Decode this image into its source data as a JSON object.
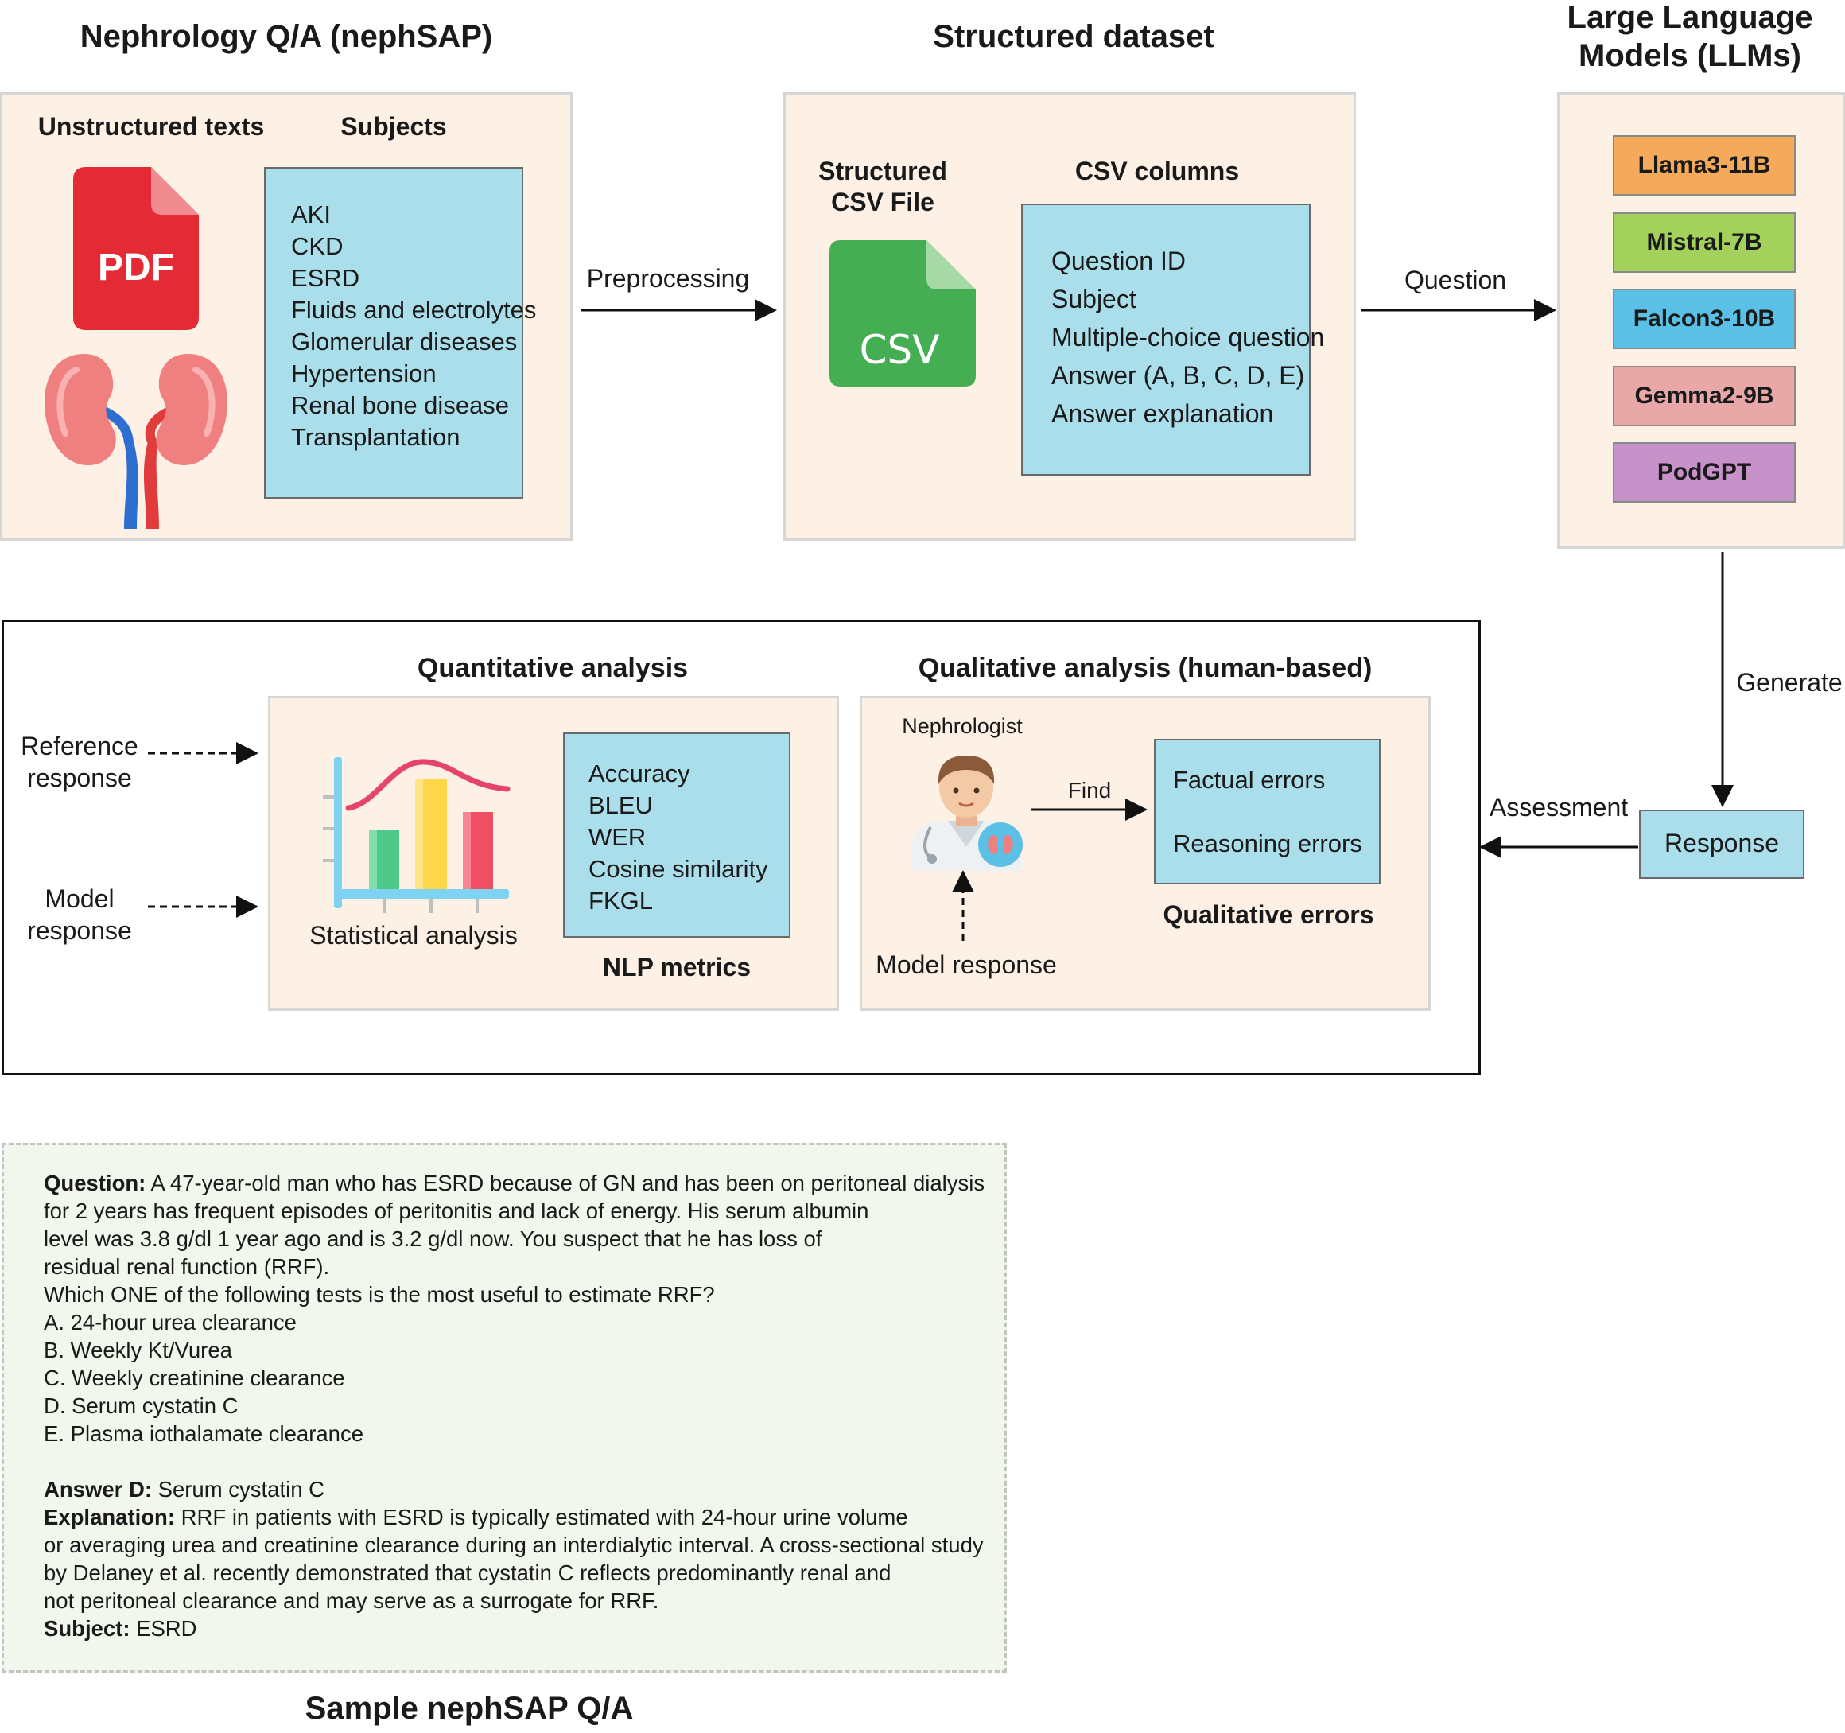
{
  "sections": {
    "nephrology": {
      "title": "Nephrology Q/A (nephSAP)",
      "unstructured_label": "Unstructured texts",
      "subjects_label": "Subjects",
      "pdf_icon_text": "PDF",
      "subjects": [
        "AKI",
        "CKD",
        "ESRD",
        "Fluids and electrolytes",
        "Glomerular diseases",
        "Hypertension",
        "Renal bone disease",
        "Transplantation"
      ]
    },
    "dataset": {
      "title": "Structured dataset",
      "csv_file_label_1": "Structured",
      "csv_file_label_2": "CSV File",
      "csv_icon_text": "CSV",
      "columns_label": "CSV columns",
      "columns": [
        "Question ID",
        "Subject",
        "Multiple-choice question",
        "Answer (A, B, C, D, E)",
        "Answer explanation"
      ]
    },
    "llms": {
      "title_line1": "Large Language",
      "title_line2": "Models (LLMs)",
      "models": [
        {
          "name": "Llama3-11B",
          "color": "#f5a95a"
        },
        {
          "name": "Mistral-7B",
          "color": "#a3d15b"
        },
        {
          "name": "Falcon3-10B",
          "color": "#5bc0e6"
        },
        {
          "name": "Gemma2-9B",
          "color": "#e9a8a8"
        },
        {
          "name": "PodGPT",
          "color": "#c792c9"
        }
      ]
    },
    "analysis": {
      "quant_title": "Quantitative analysis",
      "qual_title": "Qualitative analysis (human-based)",
      "reference_response": [
        "Reference",
        "response"
      ],
      "model_response_input": [
        "Model",
        "response"
      ],
      "stat_label": "Statistical analysis",
      "nlp_metrics": [
        "Accuracy",
        "BLEU",
        "WER",
        "Cosine similarity",
        "FKGL"
      ],
      "nlp_label": "NLP metrics",
      "nephrologist_label": "Nephrologist",
      "find_label": "Find",
      "errors": [
        "Factual errors",
        "Reasoning errors"
      ],
      "errors_label": "Qualitative errors",
      "model_response_label": "Model response"
    },
    "flow": {
      "preprocessing": "Preprocessing",
      "question": "Question",
      "generate": "Generate",
      "response": "Response",
      "assessment": "Assessment"
    },
    "sample": {
      "title": "Sample nephSAP Q/A",
      "question_label": "Question:",
      "question_lines": [
        " A 47-year-old man who has ESRD because of GN and has been on peritoneal dialysis",
        "for 2 years has frequent episodes of peritonitis and lack of energy. His serum albumin",
        "level was 3.8 g/dl 1 year ago and is 3.2 g/dl now. You suspect that he has loss of",
        "residual renal function (RRF).",
        "Which ONE of the following tests is the most useful to estimate RRF?"
      ],
      "options": [
        "A. 24-hour urea clearance",
        "B. Weekly Kt/Vurea",
        "C. Weekly creatinine clearance",
        "D. Serum cystatin C",
        "E. Plasma iothalamate clearance"
      ],
      "answer_label": "Answer D:",
      "answer_value": " Serum cystatin C",
      "explanation_label": "Explanation:",
      "explanation_lines": [
        " RRF in patients with ESRD is typically estimated with 24-hour urine volume",
        "or averaging urea and creatinine clearance during an interdialytic interval. A cross-sectional study",
        "by Delaney et al. recently demonstrated that cystatin C reflects predominantly renal and",
        "not peritoneal clearance and may serve as a surrogate for RRF."
      ],
      "subject_label": "Subject:",
      "subject_value": " ESRD"
    }
  }
}
